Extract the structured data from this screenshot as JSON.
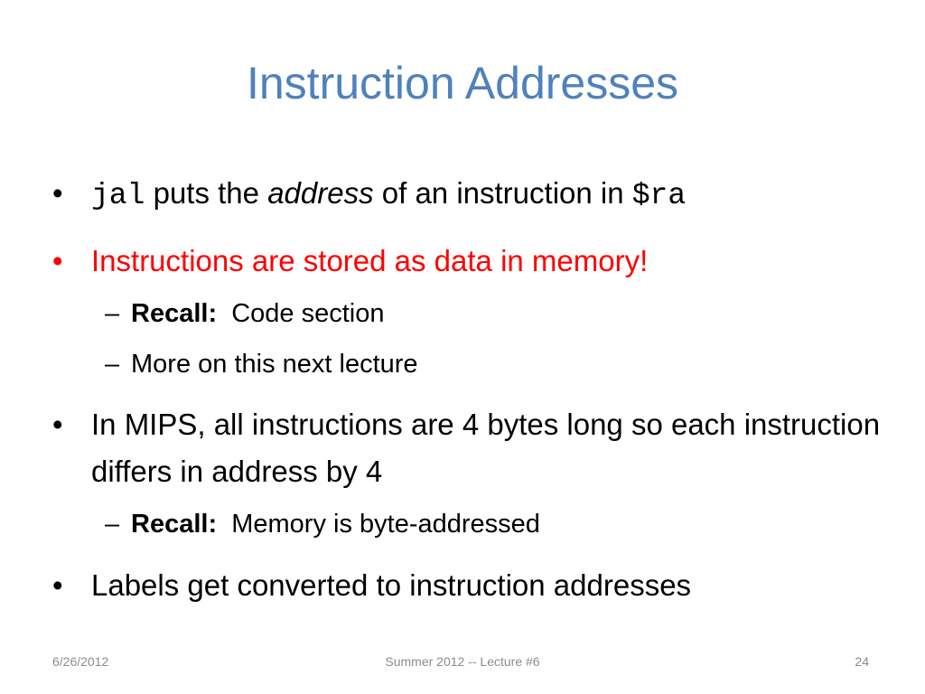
{
  "slide": {
    "title": "Instruction Addresses",
    "bullets": [
      {
        "mark": "•",
        "code_before": "jal",
        "text_before": " puts the ",
        "italic": "address",
        "text_after": " of an instruction in ",
        "code_after": "$ra"
      },
      {
        "mark": "•",
        "text": "Instructions are stored as data in memory!",
        "color": "#ff0000",
        "subs": [
          {
            "mark": "–",
            "bold": "Recall:",
            "text": "  Code section"
          },
          {
            "mark": "–",
            "text": "More on this next lecture"
          }
        ]
      },
      {
        "mark": "•",
        "text": "In MIPS, all instructions are 4 bytes long so each instruction differs in address by 4",
        "subs": [
          {
            "mark": "–",
            "bold": "Recall:",
            "text": "  Memory is byte-addressed"
          }
        ]
      },
      {
        "mark": "•",
        "text": "Labels get converted to instruction addresses"
      }
    ]
  },
  "footer": {
    "date": "6/26/2012",
    "center": "Summer 2012 -- Lecture #6",
    "page": "24"
  },
  "colors": {
    "title": "#4f81bd",
    "highlight": "#ff0000",
    "footer": "#8c8c8c"
  }
}
